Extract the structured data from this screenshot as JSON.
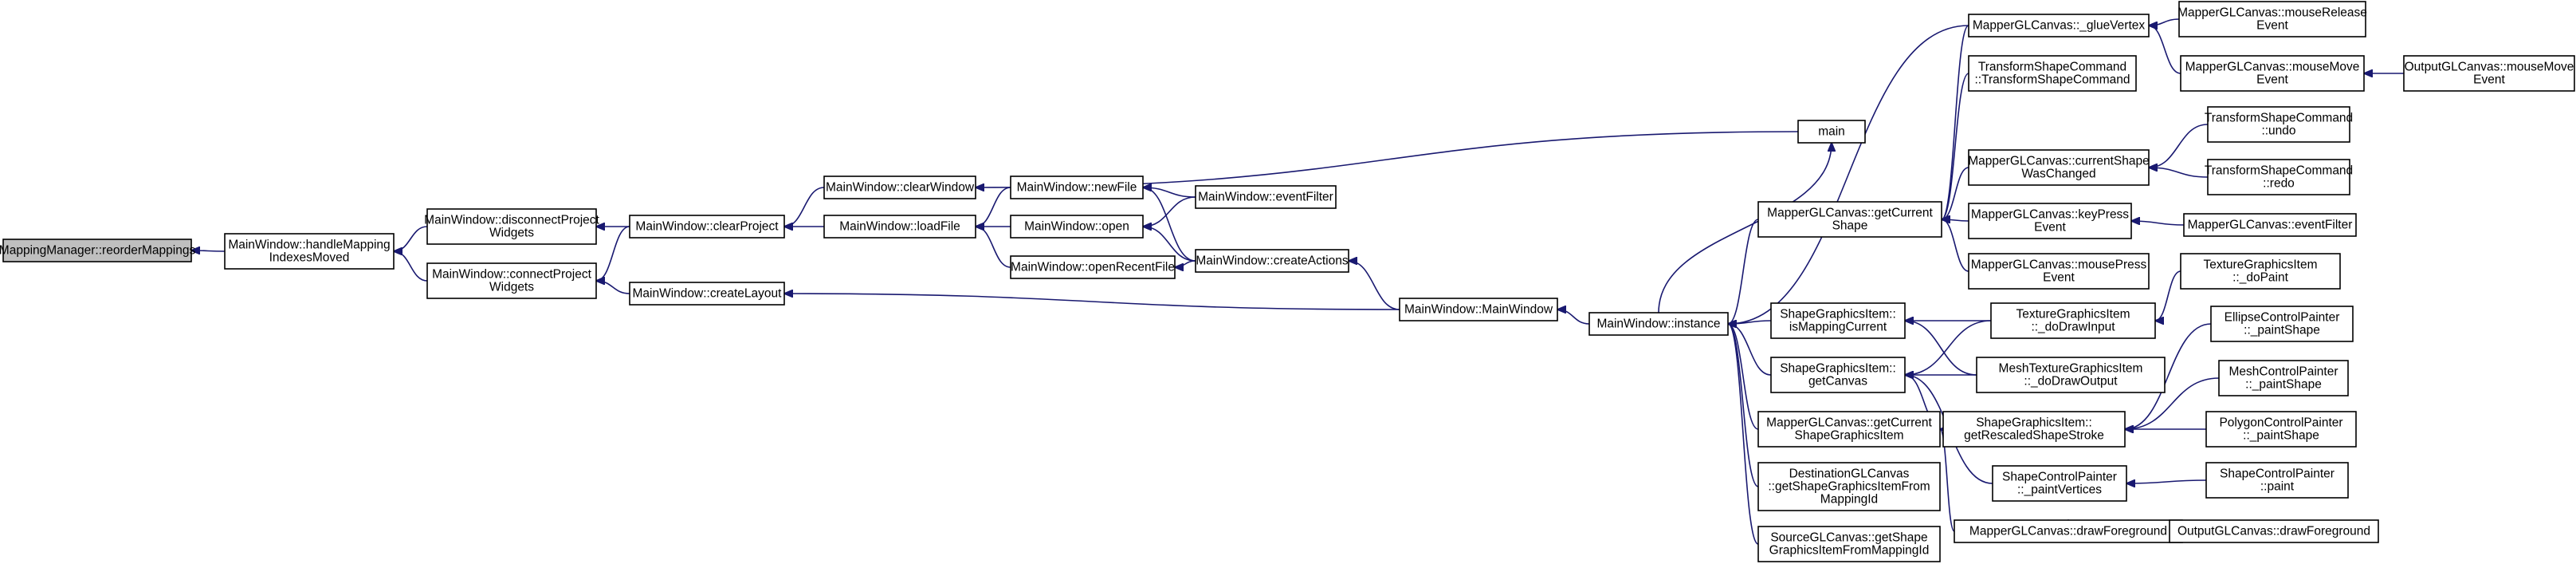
{
  "colors": {
    "edge": "#191970",
    "root_fill": "#bfbfbf",
    "node_fill": "#ffffff",
    "node_stroke": "#000000"
  },
  "nodes": [
    {
      "id": "n0",
      "lines": [
        "MappingManager::reorderMappings"
      ]
    },
    {
      "id": "n1",
      "lines": [
        "MainWindow::handleMapping",
        "IndexesMoved"
      ]
    },
    {
      "id": "n2",
      "lines": [
        "MainWindow::disconnectProject",
        "Widgets"
      ]
    },
    {
      "id": "n3",
      "lines": [
        "MainWindow::connectProject",
        "Widgets"
      ]
    },
    {
      "id": "n4",
      "lines": [
        "MainWindow::clearProject"
      ]
    },
    {
      "id": "n5",
      "lines": [
        "MainWindow::createLayout"
      ]
    },
    {
      "id": "n6",
      "lines": [
        "MainWindow::clearWindow"
      ]
    },
    {
      "id": "n7",
      "lines": [
        "MainWindow::loadFile"
      ]
    },
    {
      "id": "n8",
      "lines": [
        "MainWindow::newFile"
      ]
    },
    {
      "id": "n9",
      "lines": [
        "MainWindow::open"
      ]
    },
    {
      "id": "n10",
      "lines": [
        "MainWindow::openRecentFile"
      ]
    },
    {
      "id": "n11",
      "lines": [
        "MainWindow::eventFilter"
      ]
    },
    {
      "id": "n12",
      "lines": [
        "MainWindow::createActions"
      ]
    },
    {
      "id": "n13",
      "lines": [
        "MainWindow::MainWindow"
      ]
    },
    {
      "id": "n14",
      "lines": [
        "main"
      ]
    },
    {
      "id": "n15",
      "lines": [
        "MainWindow::instance"
      ]
    },
    {
      "id": "n16",
      "lines": [
        "MapperGLCanvas::getCurrent",
        "Shape"
      ]
    },
    {
      "id": "n17",
      "lines": [
        "ShapeGraphicsItem::",
        "isMappingCurrent"
      ]
    },
    {
      "id": "n18",
      "lines": [
        "ShapeGraphicsItem::",
        "getCanvas"
      ]
    },
    {
      "id": "n19",
      "lines": [
        "MapperGLCanvas::getCurrent",
        "ShapeGraphicsItem"
      ]
    },
    {
      "id": "n20",
      "lines": [
        "DestinationGLCanvas",
        "::getShapeGraphicsItemFrom",
        "MappingId"
      ]
    },
    {
      "id": "n21",
      "lines": [
        "SourceGLCanvas::getShape",
        "GraphicsItemFromMappingId"
      ]
    },
    {
      "id": "n22",
      "lines": [
        "MapperGLCanvas::_glueVertex"
      ]
    },
    {
      "id": "n23",
      "lines": [
        "TransformShapeCommand",
        "::TransformShapeCommand"
      ]
    },
    {
      "id": "n24",
      "lines": [
        "MapperGLCanvas::currentShape",
        "WasChanged"
      ]
    },
    {
      "id": "n25",
      "lines": [
        "MapperGLCanvas::keyPress",
        "Event"
      ]
    },
    {
      "id": "n26",
      "lines": [
        "MapperGLCanvas::mousePress",
        "Event"
      ]
    },
    {
      "id": "n27",
      "lines": [
        "TextureGraphicsItem",
        "::_doDrawInput"
      ]
    },
    {
      "id": "n28",
      "lines": [
        "MeshTextureGraphicsItem",
        "::_doDrawOutput"
      ]
    },
    {
      "id": "n29",
      "lines": [
        "ShapeGraphicsItem::",
        "getRescaledShapeStroke"
      ]
    },
    {
      "id": "n30",
      "lines": [
        "ShapeControlPainter",
        "::_paintVertices"
      ]
    },
    {
      "id": "n31",
      "lines": [
        "MapperGLCanvas::drawForeground"
      ]
    },
    {
      "id": "n32",
      "lines": [
        "MapperGLCanvas::mouseRelease",
        "Event"
      ]
    },
    {
      "id": "n33",
      "lines": [
        "MapperGLCanvas::mouseMove",
        "Event"
      ]
    },
    {
      "id": "n34",
      "lines": [
        "TransformShapeCommand",
        "::undo"
      ]
    },
    {
      "id": "n35",
      "lines": [
        "TransformShapeCommand",
        "::redo"
      ]
    },
    {
      "id": "n36",
      "lines": [
        "MapperGLCanvas::eventFilter"
      ]
    },
    {
      "id": "n37",
      "lines": [
        "TextureGraphicsItem",
        "::_doPaint"
      ]
    },
    {
      "id": "n38",
      "lines": [
        "EllipseControlPainter",
        "::_paintShape"
      ]
    },
    {
      "id": "n39",
      "lines": [
        "MeshControlPainter",
        "::_paintShape"
      ]
    },
    {
      "id": "n40",
      "lines": [
        "PolygonControlPainter",
        "::_paintShape"
      ]
    },
    {
      "id": "n41",
      "lines": [
        "ShapeControlPainter",
        "::paint"
      ]
    },
    {
      "id": "n42",
      "lines": [
        "OutputGLCanvas::drawForeground"
      ]
    },
    {
      "id": "n43",
      "lines": [
        "OutputGLCanvas::mouseMove",
        "Event"
      ]
    }
  ],
  "edges": [
    {
      "from": "n1",
      "to": "n0"
    },
    {
      "from": "n2",
      "to": "n1"
    },
    {
      "from": "n3",
      "to": "n1"
    },
    {
      "from": "n4",
      "to": "n2"
    },
    {
      "from": "n4",
      "to": "n3"
    },
    {
      "from": "n5",
      "to": "n3"
    },
    {
      "from": "n6",
      "to": "n4"
    },
    {
      "from": "n7",
      "to": "n4"
    },
    {
      "from": "n13",
      "to": "n5"
    },
    {
      "from": "n14",
      "to": "n6"
    },
    {
      "from": "n8",
      "to": "n7"
    },
    {
      "from": "n9",
      "to": "n7"
    },
    {
      "from": "n10",
      "to": "n7"
    },
    {
      "from": "n11",
      "to": "n8"
    },
    {
      "from": "n12",
      "to": "n8"
    },
    {
      "from": "n11",
      "to": "n9"
    },
    {
      "from": "n12",
      "to": "n9"
    },
    {
      "from": "n12",
      "to": "n10"
    },
    {
      "from": "n13",
      "to": "n12"
    },
    {
      "from": "n15",
      "to": "n13"
    },
    {
      "from": "n15",
      "to": "n14"
    },
    {
      "from": "n16",
      "to": "n15"
    },
    {
      "from": "n17",
      "to": "n15"
    },
    {
      "from": "n18",
      "to": "n15"
    },
    {
      "from": "n19",
      "to": "n15"
    },
    {
      "from": "n20",
      "to": "n15"
    },
    {
      "from": "n21",
      "to": "n15"
    },
    {
      "from": "n22",
      "to": "n15"
    },
    {
      "from": "n22",
      "to": "n16"
    },
    {
      "from": "n23",
      "to": "n16"
    },
    {
      "from": "n24",
      "to": "n16"
    },
    {
      "from": "n25",
      "to": "n16"
    },
    {
      "from": "n26",
      "to": "n16"
    },
    {
      "from": "n27",
      "to": "n17"
    },
    {
      "from": "n28",
      "to": "n17"
    },
    {
      "from": "n27",
      "to": "n18"
    },
    {
      "from": "n28",
      "to": "n18"
    },
    {
      "from": "n29",
      "to": "n18"
    },
    {
      "from": "n30",
      "to": "n18"
    },
    {
      "from": "n31",
      "to": "n19"
    },
    {
      "from": "n32",
      "to": "n22"
    },
    {
      "from": "n33",
      "to": "n22"
    },
    {
      "from": "n43",
      "to": "n33"
    },
    {
      "from": "n34",
      "to": "n24"
    },
    {
      "from": "n35",
      "to": "n24"
    },
    {
      "from": "n36",
      "to": "n25"
    },
    {
      "from": "n37",
      "to": "n27"
    },
    {
      "from": "n38",
      "to": "n29"
    },
    {
      "from": "n39",
      "to": "n29"
    },
    {
      "from": "n40",
      "to": "n29"
    },
    {
      "from": "n41",
      "to": "n30"
    },
    {
      "from": "n42",
      "to": "n31"
    }
  ]
}
